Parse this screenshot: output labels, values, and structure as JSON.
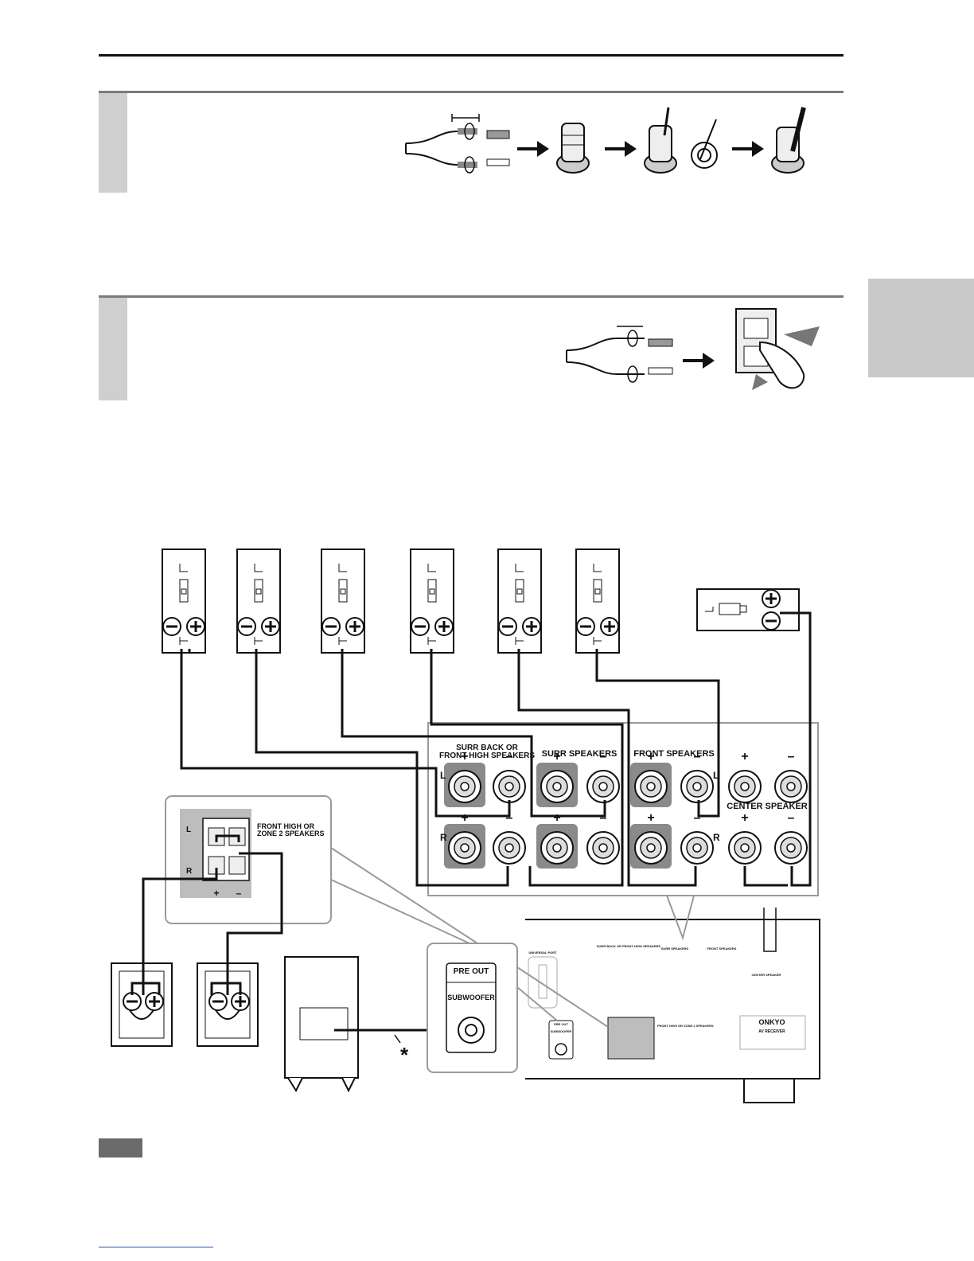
{
  "labels": {
    "surr_back": [
      "SURR BACK OR",
      "FRONT HIGH SPEAKERS"
    ],
    "surr": "SURR SPEAKERS",
    "front": "FRONT SPEAKERS",
    "center": "CENTER SPEAKER",
    "front_high": [
      "FRONT HIGH OR",
      "ZONE 2 SPEAKERS"
    ],
    "pre_out": "PRE OUT",
    "subwoofer": "SUBWOOFER",
    "ch_left": "L",
    "ch_right": "R",
    "plus": "+",
    "minus": "–",
    "asterisk": "*"
  },
  "receiver": {
    "brand": "ONKYO",
    "model": "AV RECEIVER",
    "port": "UNIVERSAL PORT",
    "small_labels": {
      "surr_back": "SURR BACK OR FRONT HIGH SPEAKERS",
      "surr": "SURR SPEAKERS",
      "front": "FRONT SPEAKERS",
      "center": "CENTER SPEAKER",
      "pre_out": "PRE OUT",
      "subwoofer": "SUBWOOFER",
      "front_high": "FRONT HIGH OR ZONE 2 SPEAKERS"
    }
  },
  "colors": {
    "rule": "#111111",
    "step_tab": "#cfcfcf",
    "side_tab": "#c9c9c9",
    "terminal_bg": "#8a8a8a",
    "panel_border": "#9a9a9a"
  },
  "icons": [
    "arrow-icon",
    "terminal-icon",
    "speaker-icon",
    "subwoofer-icon",
    "plus-terminal-icon",
    "minus-terminal-icon"
  ]
}
